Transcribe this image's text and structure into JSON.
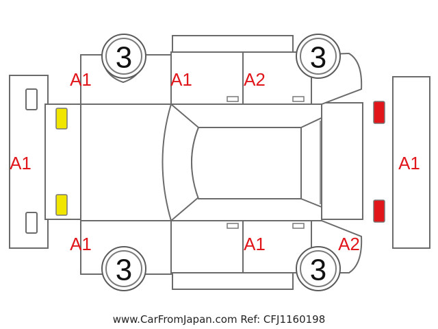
{
  "colors": {
    "damage_code": "#e0161b",
    "front_lamp": "#f0e600",
    "rear_lamp": "#e0161b",
    "outline": "#6a6a6a"
  },
  "wheels": {
    "front_left": "3",
    "rear_left": "3",
    "front_right": "3",
    "rear_right": "3"
  },
  "codes": {
    "front_bumper": "A1",
    "left_front_fender": "A1",
    "left_front_door": "A1",
    "left_rear_door": "A2",
    "right_front_fender": "A1",
    "right_rear_door": "A1",
    "right_rear_quarter": "A2",
    "rear_bumper": "A1"
  },
  "footer": {
    "site": "www.CarFromJapan.com",
    "ref": "Ref: CFJ1160198"
  }
}
